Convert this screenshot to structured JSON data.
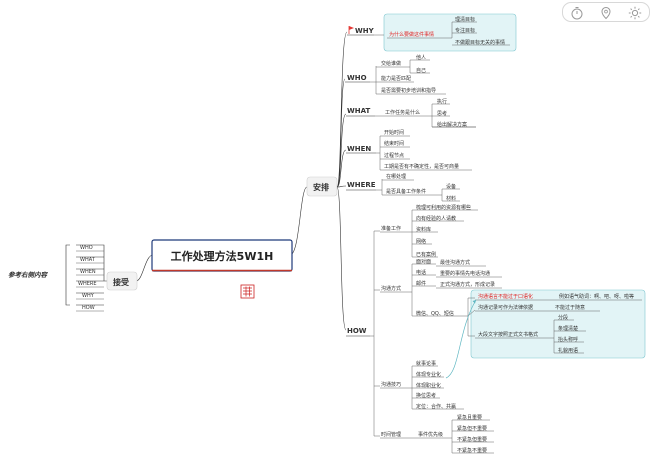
{
  "toolbar": {
    "icons": [
      "timer-icon",
      "location-pin-icon",
      "sun-icon"
    ]
  },
  "central": {
    "title": "工作处理方法5W1H",
    "stamp_text": "鬼月长虫"
  },
  "left_branch": {
    "side_note": "参考右侧内容",
    "hub": "接受",
    "items": [
      "WHO",
      "WHAT",
      "WHEN",
      "WHERE",
      "WHY",
      "HOW"
    ]
  },
  "right_branch": {
    "hub": "安排",
    "why": {
      "label": "WHY",
      "reason": "为什么要做这件事情",
      "items": [
        "理清目标",
        "专注目标",
        "不做跟目标无关的事情"
      ]
    },
    "who": {
      "label": "WHO",
      "assign": "交给谁做",
      "assign_items": [
        "他人",
        "自己"
      ],
      "ability": "能力是否匹配",
      "training": "是否需要初步培训和指导"
    },
    "what": {
      "label": "WHAT",
      "task": "工作任务是什么",
      "items": [
        "执行",
        "思考",
        "给出解决方案"
      ]
    },
    "when": {
      "label": "WHEN",
      "items": [
        "开始时间",
        "结束时间",
        "过程节点",
        "工期是否有不确定性，是否可商量"
      ]
    },
    "where": {
      "label": "WHERE",
      "place": "在哪处理",
      "conditions": "是否具备工作条件",
      "condition_items": [
        "设备",
        "材料"
      ]
    },
    "how": {
      "label": "HOW",
      "prep": {
        "label": "准备工作",
        "items": [
          "梳理可利用的资源有哪些",
          "向有经验的人请教",
          "资料库",
          "网络",
          "已有案例"
        ]
      },
      "comm": {
        "label": "沟通方式",
        "face": "面对面",
        "face_note": "最佳沟通方式",
        "phone": "电话",
        "phone_note": "重要的事情先电话沟通",
        "email": "邮件",
        "email_note": "正式沟通方式，形成记录",
        "im": "微信、QQ、短信",
        "im_items": [
          "沟通语言不能过于口语化",
          "沟通记录可作为法律依据",
          "大段文字按照正式文书格式"
        ],
        "im_notes": {
          "oral": "例如语气助词：啊、吧、呀、啦等",
          "legal": "不能过于随意",
          "format_items": [
            "分段",
            "条理清楚",
            "抬头称呼",
            "礼貌用语"
          ]
        }
      },
      "skill": {
        "label": "沟通技巧",
        "items": [
          "就事论事",
          "体现专业化",
          "体现职业化",
          "换位思考",
          "定位：合作、共赢"
        ]
      },
      "time": {
        "label": "时间管理",
        "priority": "事件优先级",
        "items": [
          "紧急且重要",
          "紧急但不重要",
          "不紧急但重要",
          "不紧急不重要"
        ]
      }
    }
  },
  "colors": {
    "central_border": "#1f3a7a",
    "central_bottom": "#c0392b",
    "hub_fill": "#f2f2f2",
    "highlight_fill": "#e2f4f6",
    "highlight_border": "#7fc7d0",
    "red": "#e02020",
    "flag": "#e53935"
  }
}
